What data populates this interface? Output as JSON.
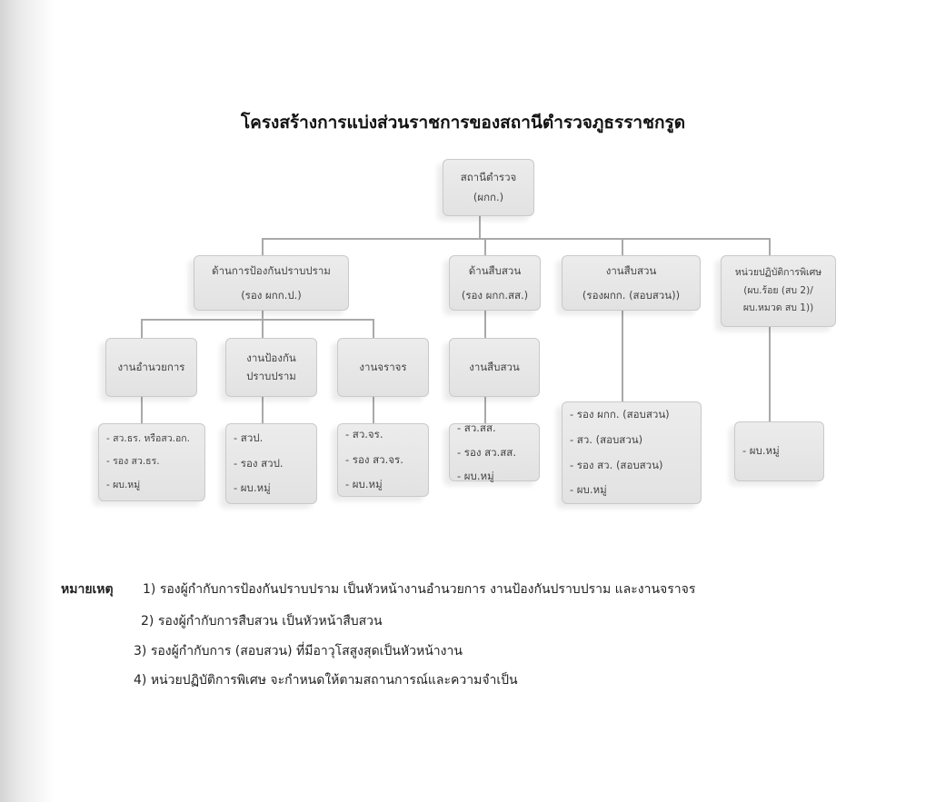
{
  "title": "โครงสร้างการแบ่งส่วนราชการของสถานีตำรวจภูธรราชกรูด",
  "root": [
    "สถานีตำรวจ",
    "(ผกก.)"
  ],
  "level2": [
    [
      "ด้านการป้องกันปราบปราม",
      "(รอง ผกก.ป.)"
    ],
    [
      "ด้านสืบสวน",
      "(รอง ผกก.สส.)"
    ],
    [
      "งานสืบสวน",
      "(รองผกก. (สอบสวน))"
    ],
    [
      "หน่วยปฏิบัติการพิเศษ",
      "(ผบ.ร้อย (สบ 2)/",
      "ผบ.หมวด สบ 1))"
    ]
  ],
  "level3": [
    [
      "งานอำนวยการ"
    ],
    [
      "งานป้องกัน",
      "ปราบปราม"
    ],
    [
      "งานจราจร"
    ],
    [
      "งานสืบสวน"
    ]
  ],
  "level4": [
    [
      "- สว.ธร. หรือสว.อก.",
      "- รอง สว.ธร.",
      "- ผบ.หมู่"
    ],
    [
      "- สวป.",
      "- รอง สวป.",
      "- ผบ.หมู่"
    ],
    [
      "- สว.จร.",
      "- รอง สว.จร.",
      "- ผบ.หมู่"
    ],
    [
      "- สว.สส.",
      "- รอง สว.สส.",
      "- ผบ.หมู่"
    ],
    [
      "- รอง ผกก. (สอบสวน)",
      "- สว. (สอบสวน)",
      "- รอง สว. (สอบสวน)",
      "- ผบ.หมู่"
    ],
    [
      "- ผบ.หมู่"
    ]
  ],
  "notes": {
    "label": "หมายเหตุ",
    "items": [
      "1) รองผู้กำกับการป้องกันปราบปราม เป็นหัวหน้างานอำนวยการ งานป้องกันปราบปราม และงานจราจร",
      "2) รองผู้กำกับการสืบสวน เป็นหัวหน้าสืบสวน",
      "3) รองผู้กำกับการ (สอบสวน) ที่มีอาวุโสสูงสุดเป็นหัวหน้างาน",
      "4) หน่วยปฏิบัติการพิเศษ จะกำหนดให้ตามสถานการณ์และความจำเป็น"
    ]
  }
}
